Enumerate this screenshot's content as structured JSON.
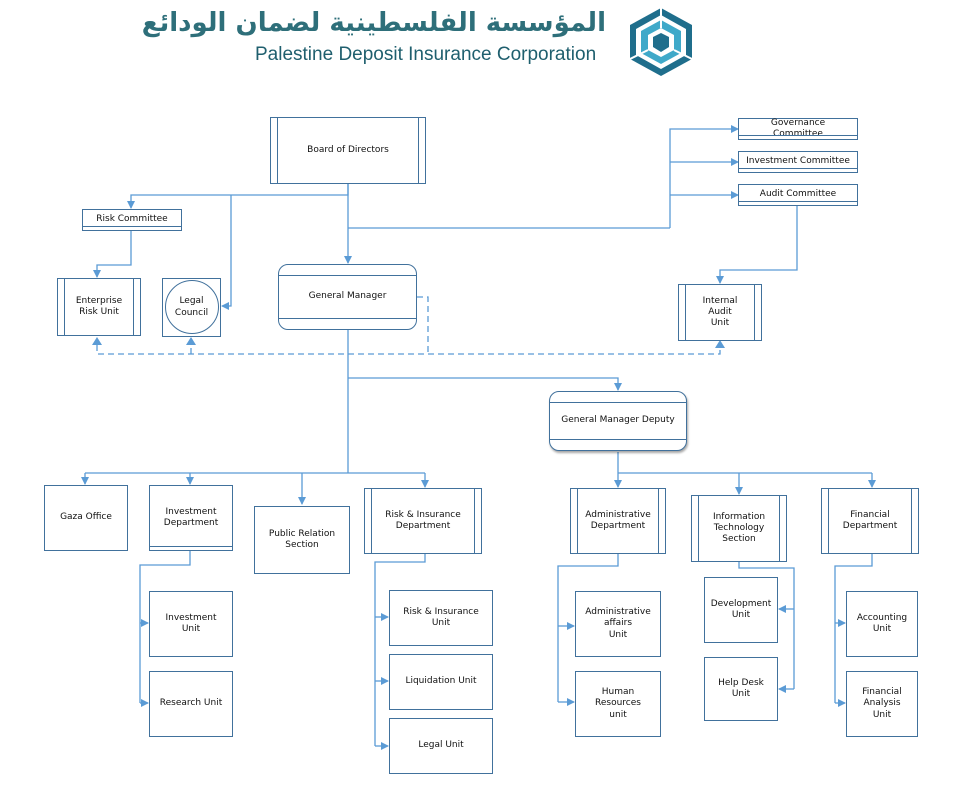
{
  "header": {
    "name_ar": "المؤسسة الفلسطينية لضمان الودائع",
    "name_en": "Palestine Deposit Insurance Corporation"
  },
  "colors": {
    "line": "#5b9bd5",
    "border": "#41719c",
    "logo_dark": "#1f6e8c",
    "logo_light": "#3fa9c9"
  },
  "nodes": {
    "board": "Board of Directors",
    "governance": "Governance Committee",
    "investment_committee": "Investment Committee",
    "audit_committee": "Audit Committee",
    "risk_committee": "Risk Committee",
    "erm": "Enterprise\nRisk Unit",
    "legal_council": "Legal Council",
    "gm": "General Manager",
    "internal_audit": "Internal Audit\nUnit",
    "gm_deputy": "General Manager Deputy",
    "gaza": "Gaza Office",
    "investment_dept": "Investment\nDepartment",
    "pr": "Public Relation Section",
    "risk_ins_dept": "Risk & Insurance\nDepartment",
    "admin_dept": "Administrative\nDepartment",
    "it_section": "Information\nTechnology\nSection",
    "fin_dept": "Financial\nDepartment",
    "investment_unit": "Investment Unit",
    "research_unit": "Research Unit",
    "risk_ins_unit": "Risk & Insurance Unit",
    "liquidation_unit": "Liquidation Unit",
    "legal_unit": "Legal Unit",
    "admin_affairs": "Administrative affairs\nUnit",
    "hr_unit": "Human Resources\nunit",
    "dev_unit": "Development\nUnit",
    "helpdesk_unit": "Help Desk Unit",
    "accounting_unit": "Accounting Unit",
    "fin_analysis_unit": "Financial\nAnalysis Unit"
  }
}
